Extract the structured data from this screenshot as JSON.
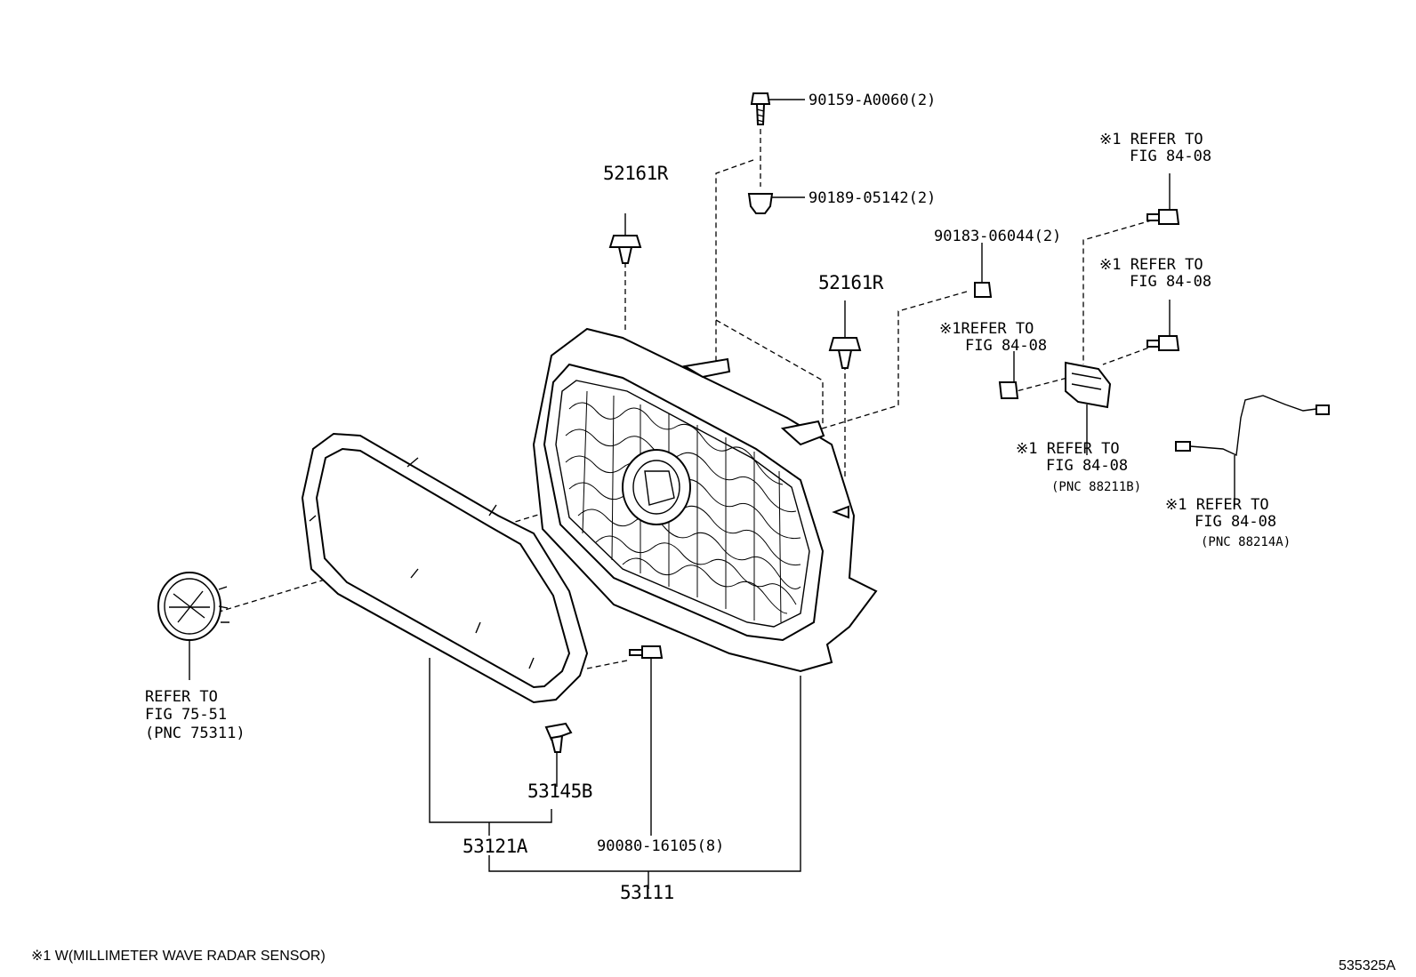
{
  "labels": {
    "p_90159": "90159-A0060(2)",
    "p_90189": "90189-05142(2)",
    "p_52161r_a": "52161R",
    "p_52161r_b": "52161R",
    "p_90183": "90183-06044(2)",
    "ref1_a_l1": "※1 REFER TO",
    "ref1_a_l2": "FIG 84-08",
    "ref1_b_l1": "※1 REFER TO",
    "ref1_b_l2": "FIG 84-08",
    "ref1_c_l1": "※1REFER TO",
    "ref1_c_l2": "FIG 84-08",
    "ref1_d_l1": "※1 REFER TO",
    "ref1_d_l2": "FIG 84-08",
    "ref1_d_l3": "(PNC 88211B)",
    "ref1_e_l1": "※1 REFER TO",
    "ref1_e_l2": "FIG 84-08",
    "ref1_e_l3": "(PNC 88214A)",
    "ref_75_l1": "REFER TO",
    "ref_75_l2": "FIG 75-51",
    "ref_75_l3": "(PNC 75311)",
    "p_53145b": "53145B",
    "p_53121a": "53121A",
    "p_90080": "90080-16105(8)",
    "p_53111": "53111"
  },
  "footnote": "※1  W(MILLIMETER WAVE RADAR SENSOR)",
  "figure_id": "535325A"
}
